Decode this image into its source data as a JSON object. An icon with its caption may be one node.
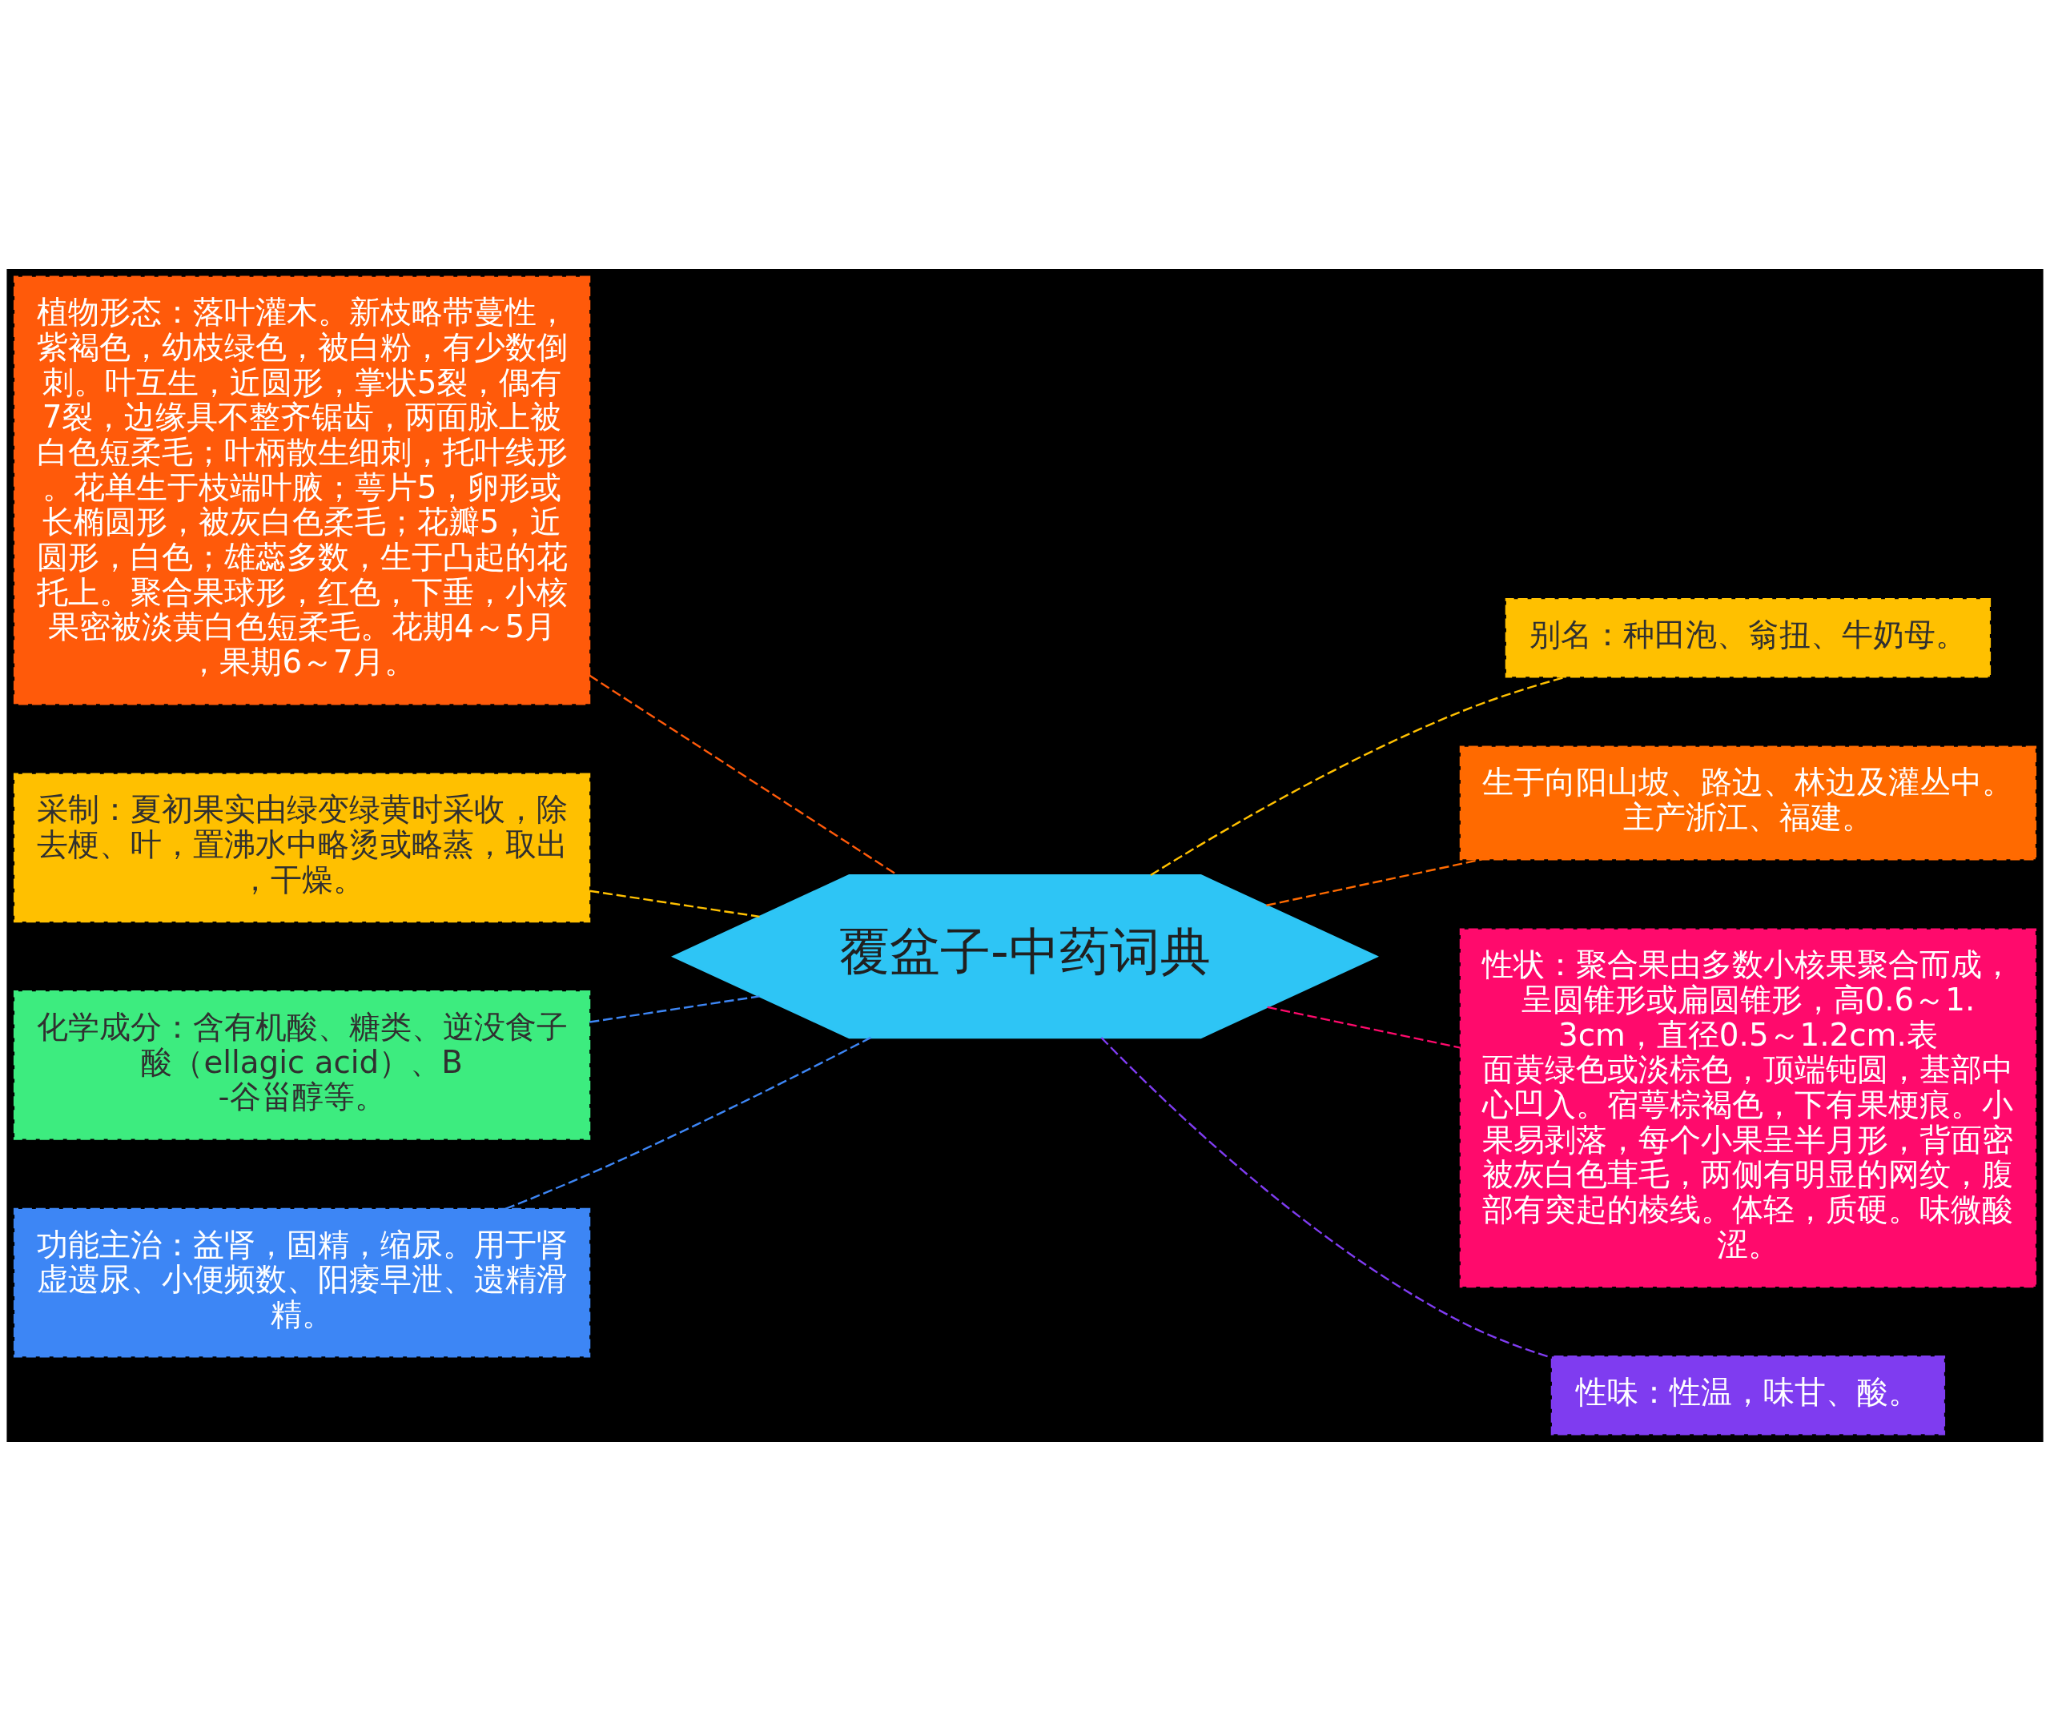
{
  "diagram": {
    "nodes": [
      {
        "text": [
          "覆盆子-中药词典"
        ]
      },
      {
        "text": [
          "植物形态：落叶灌木。新枝略带蔓性，紫褐色，幼枝绿色，被白粉，有少数倒刺。叶互生，近圆形，掌状5裂，偶有7裂，边缘具不整齐锯齿，两面脉上被白色短柔毛；叶柄散生细刺，托叶线形。花单生于枝端叶腋；萼片5，卵形或长椭圆形，被灰白色柔毛；花瓣5，近圆形，白色；雄蕊多数，生于凸起的花托上。聚合果球形，红色，下垂，小核果密被淡黄白色短柔毛。花期4～5月，果期6～7月。"
        ]
      },
      {
        "text": [
          "采制：夏初果实由绿变绿黄时采收，除去梗、叶，置沸水中略烫或略蒸，取出，干燥。"
        ]
      },
      {
        "text": [
          "化学成分：含有机酸、糖类、逆没食子酸（ellagic acid）、B-谷甾醇等。"
        ]
      },
      {
        "text": [
          "功能主治：益肾，固精，缩尿。用于肾虚遗尿、小便频数、阳痿早泄、遗精滑精。"
        ]
      },
      {
        "text": [
          "别名：种田泡、翁扭、牛奶母。"
        ]
      },
      {
        "text": [
          "生于向阳山坡、路边、林边及灌丛中。主产浙江、福建。"
        ]
      },
      {
        "text": [
          "性状：聚合果由多数小核果聚合而成，呈圆锥形或扁圆锥形，高0.6～1.3cm，直径0.5～1.2cm.表面黄绿色或淡棕色，顶端钝圆，基部中心凹入。宿萼棕褐色，下有果梗痕。小果易剥落，每个小果呈半月形，背面密被灰白色茸毛，两侧有明显的网纹，腹部有突起的棱线。体轻，质硬。味微酸涩。"
        ]
      },
      {
        "text": [
          "性味：性温，味甘、酸。"
        ]
      }
    ],
    "edges": [
      {
        "from": 0,
        "to": 1,
        "arrow": "none",
        "style": "dashed",
        "color": "#ff5a0a"
      },
      {
        "from": 0,
        "to": 2,
        "arrow": "none",
        "style": "dashed",
        "color": "#ffc000"
      },
      {
        "from": 0,
        "to": 3,
        "arrow": "none",
        "style": "dashed",
        "color": "#3d86f5"
      },
      {
        "from": 0,
        "to": 4,
        "arrow": "none",
        "style": "dashed",
        "color": "#3d86f5"
      },
      {
        "from": 0,
        "to": 5,
        "arrow": "none",
        "style": "dashed",
        "color": "#ffc000"
      },
      {
        "from": 0,
        "to": 6,
        "arrow": "none",
        "style": "dashed",
        "color": "#ff6a00"
      },
      {
        "from": 0,
        "to": 7,
        "arrow": "none",
        "style": "dashed",
        "color": "#ff0a6c"
      },
      {
        "from": 0,
        "to": 8,
        "arrow": "none",
        "style": "dashed",
        "color": "#7f3cf0"
      }
    ]
  }
}
